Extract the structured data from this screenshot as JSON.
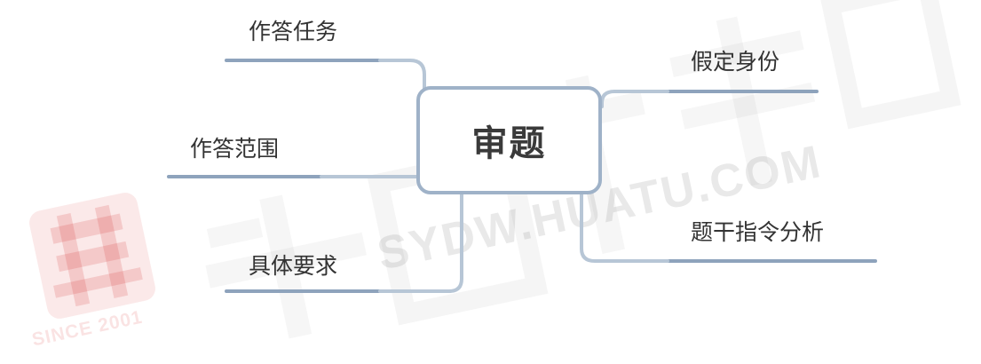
{
  "watermark": {
    "since": "SINCE 2001",
    "site": "SYDW.HUATU.COM",
    "mark_color": "#d62828"
  },
  "diagram": {
    "center": "审题",
    "left_branches": [
      {
        "label": "作答任务"
      },
      {
        "label": "作答范围"
      },
      {
        "label": "具体要求"
      }
    ],
    "right_branches": [
      {
        "label": "假定身份"
      },
      {
        "label": "题干指令分析"
      }
    ],
    "line_color": "#9fb2c8",
    "underline_color": "#8ea3bc"
  }
}
